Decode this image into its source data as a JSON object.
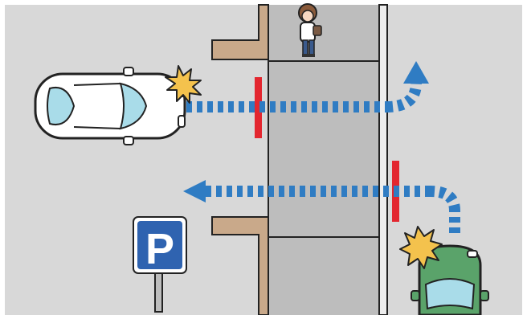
{
  "colors": {
    "frame": "#ffffff",
    "ground": "#d8d8d8",
    "sidewalk": "#bdbdbd",
    "curb": "#c9a98a",
    "stop_line": "#e3262f",
    "arrow": "#2f7cc3",
    "burst": "#f4c24d",
    "car_white": "#ffffff",
    "car_green": "#5aa36a",
    "sign_blue": "#2f63b0",
    "sign_post": "#bdbdbd"
  },
  "parking_sign": {
    "letter": "P"
  },
  "icons": [
    "pedestrian-figure",
    "white-car",
    "green-car",
    "alert-burst-icon",
    "parking-sign",
    "direction-arrow",
    "stop-line"
  ]
}
